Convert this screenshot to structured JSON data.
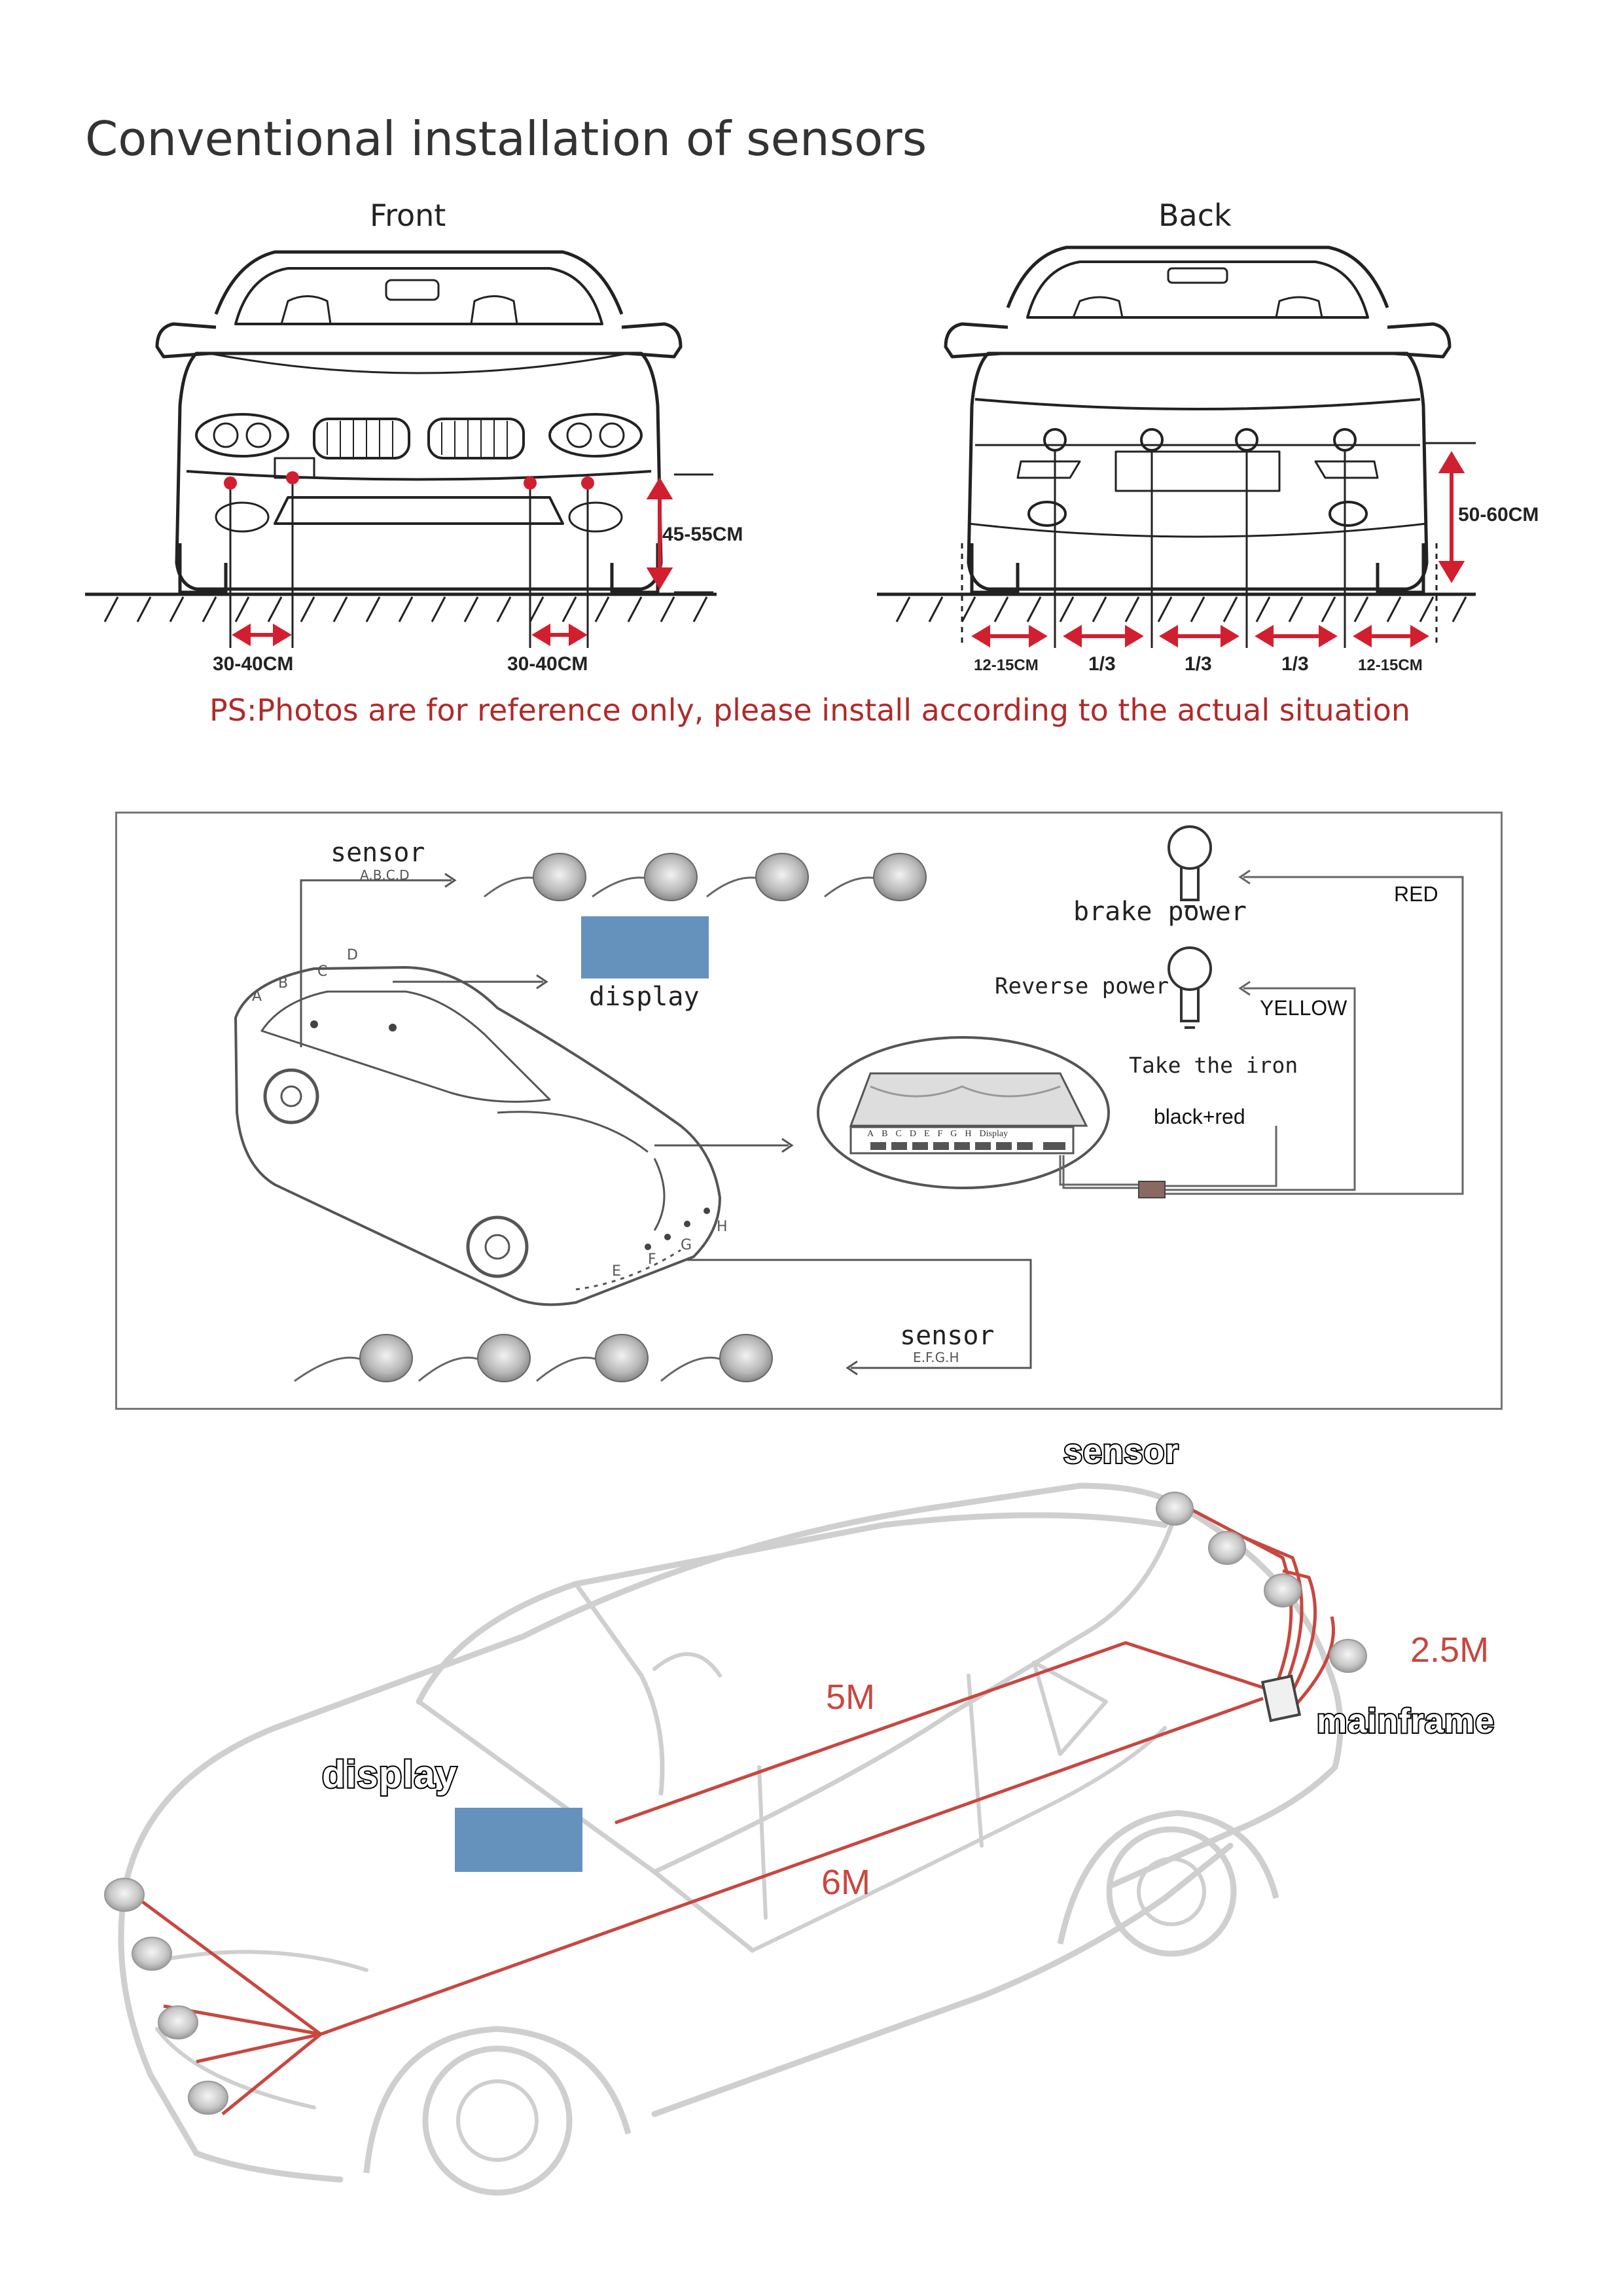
{
  "section1": {
    "title": "Conventional installation  of sensors",
    "front_label": "Front",
    "back_label": "Back",
    "front_height": "45-55CM",
    "back_height": "50-60CM",
    "front_left_spacing": "30-40CM",
    "front_right_spacing": "30-40CM",
    "back_edge_left": "12-15CM",
    "back_third_1": "1/3",
    "back_third_2": "1/3",
    "back_third_3": "1/3",
    "back_edge_right": "12-15CM",
    "note": "PS:Photos are for reference only, please install according to the actual situation"
  },
  "section2": {
    "sensor_top": "sensor",
    "sensor_top_sub": "A.B.C.D",
    "display": "display",
    "brake_power": "brake power",
    "red": "RED",
    "reverse_power": "Reverse power",
    "yellow": "YELLOW",
    "take_iron": "Take the iron",
    "black_red": "black+red",
    "sensor_bottom": "sensor",
    "sensor_bottom_sub": "E.F.G.H",
    "car_letters_top": [
      "A",
      "B",
      "C",
      "D"
    ],
    "car_letters_bottom": [
      "E",
      "F",
      "G",
      "H"
    ],
    "unit_letters": [
      "A",
      "B",
      "C",
      "D",
      "E",
      "F",
      "G",
      "H",
      "Display"
    ]
  },
  "section3": {
    "sensor": "sensor",
    "mainframe": "mainframe",
    "display": "display",
    "len_25": "2.5M",
    "len_5": "5M",
    "len_6": "6M"
  },
  "colors": {
    "wire_red": "#c8473f",
    "marker_red": "#d21f2f",
    "display_blue": "#6592bd",
    "line_gray": "#c9c9c9"
  }
}
